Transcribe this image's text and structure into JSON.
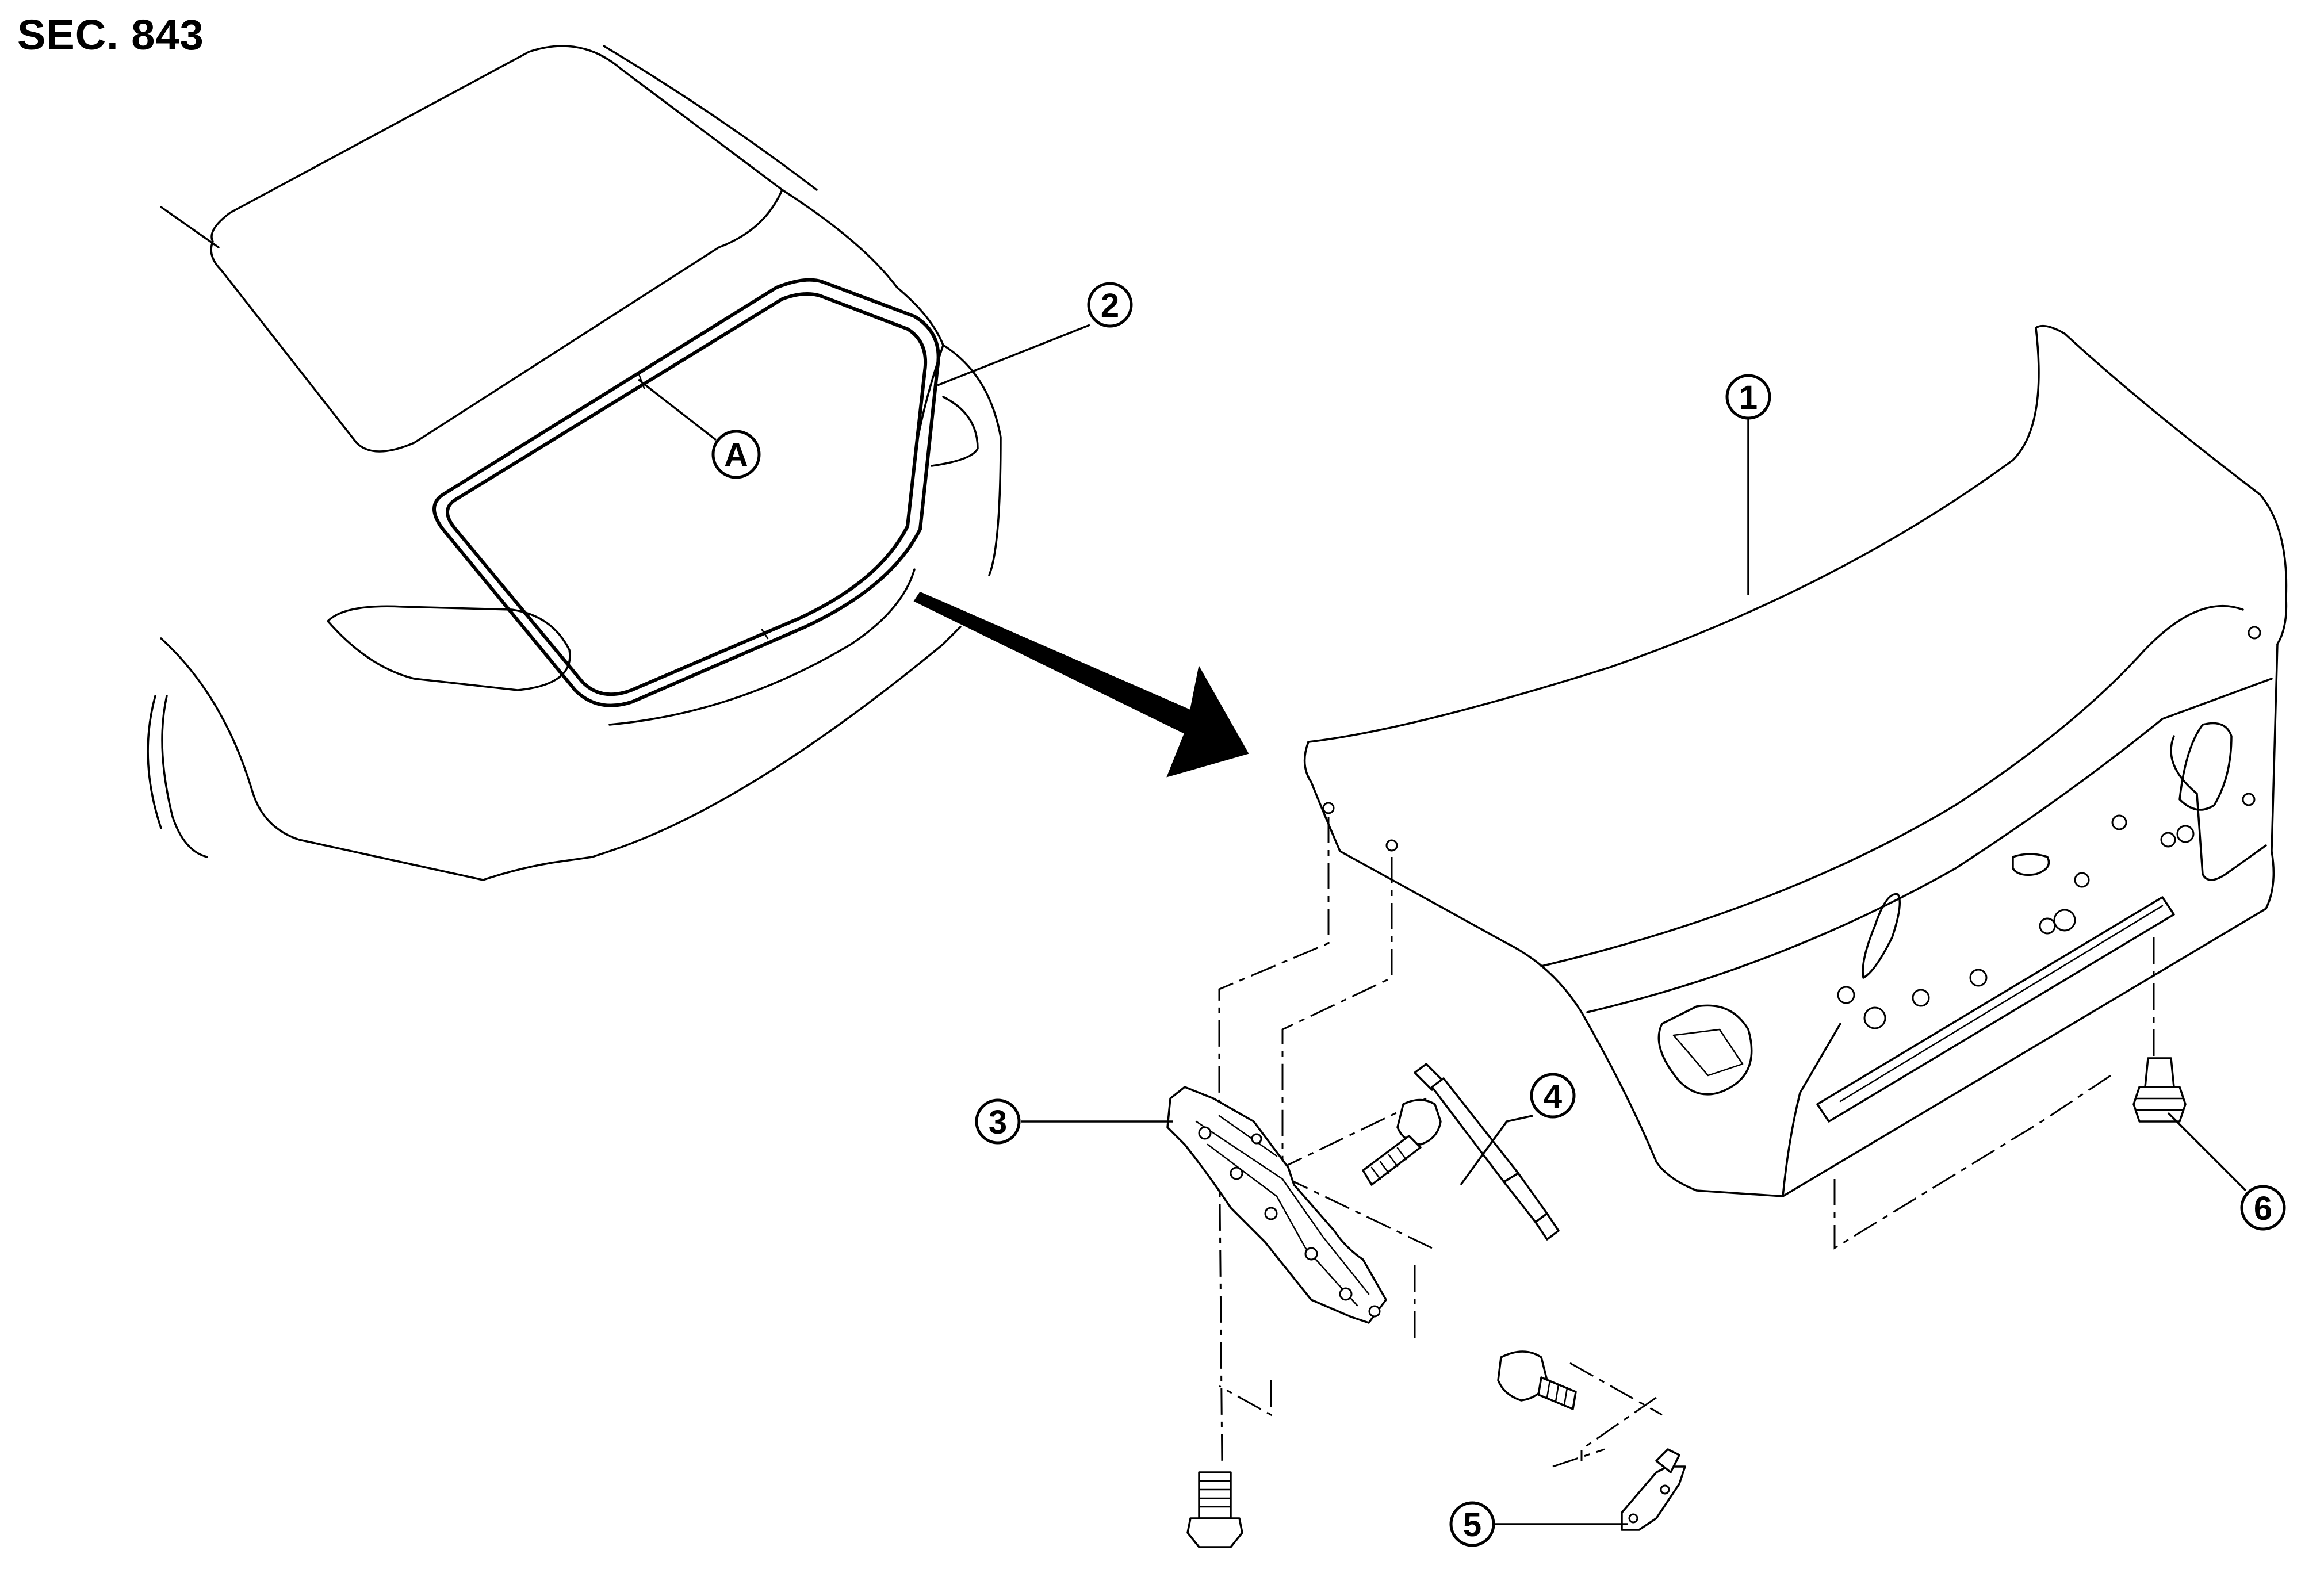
{
  "section": "SEC. 843",
  "callouts": [
    {
      "id": "1",
      "label": "①"
    },
    {
      "id": "2",
      "label": "②"
    },
    {
      "id": "3",
      "label": "③"
    },
    {
      "id": "4",
      "label": "④"
    },
    {
      "id": "5",
      "label": "⑤"
    },
    {
      "id": "6",
      "label": "⑥"
    },
    {
      "id": "A",
      "label": "Ⓐ"
    }
  ]
}
